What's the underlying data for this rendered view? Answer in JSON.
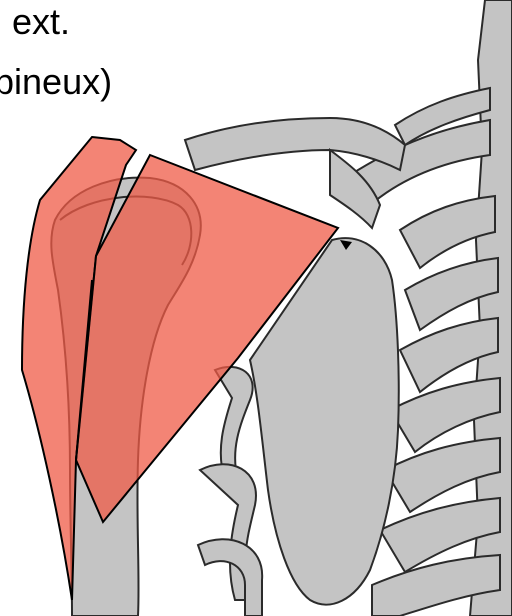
{
  "labels": {
    "line1": "ext.",
    "line2": "pineux)"
  },
  "colors": {
    "bone_fill": "#c4c4c4",
    "bone_outline": "#2b2b2b",
    "rib_gap": "#ffffff",
    "muscle_fill": "#ef5b47",
    "muscle_opacity": "0.75",
    "outline": "#000000"
  }
}
